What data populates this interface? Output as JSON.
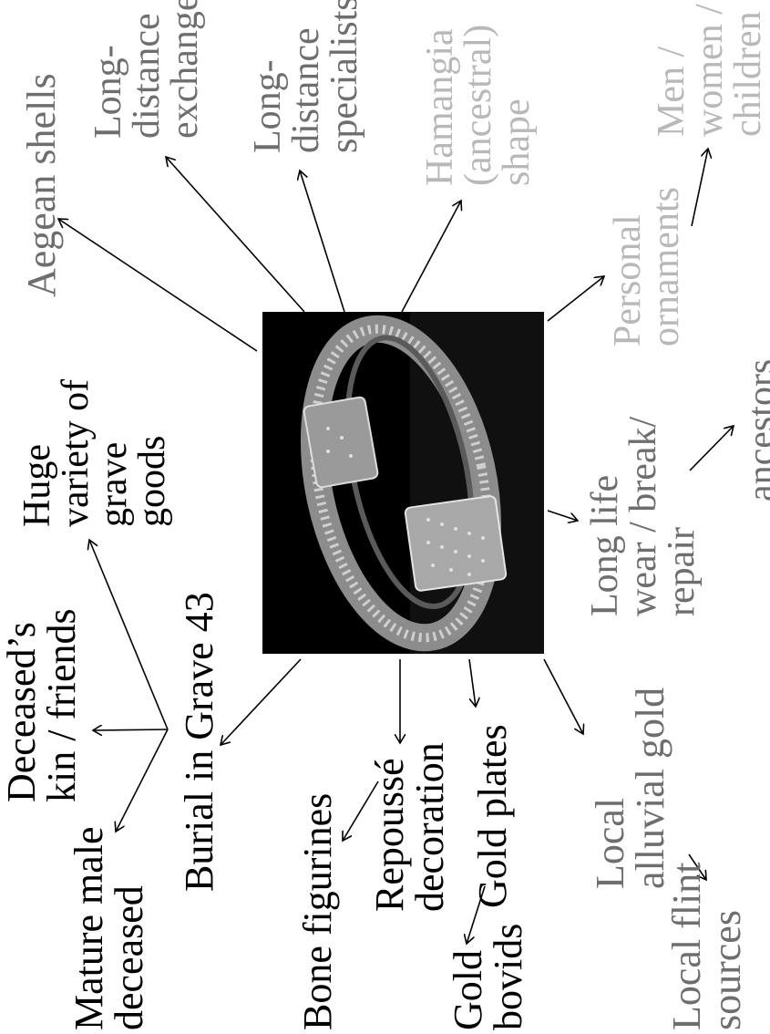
{
  "center_image": {
    "subject": "gold-plated ring artefact from Grave 43",
    "background": "#000000"
  },
  "colors": {
    "black": "#000000",
    "gray": "#6e6e6e",
    "light_gray": "#b8b8b8"
  },
  "labels": {
    "aegean_shells": [
      "Aegean shells"
    ],
    "long_distance_exchange": [
      "Long-",
      "distance",
      "exchange"
    ],
    "long_distance_specialists": [
      "Long-",
      "distance",
      "specialists"
    ],
    "hamangia_shape": [
      "Hamangia",
      "(ancestral)",
      "shape"
    ],
    "men_women_children": [
      "Men /",
      "women /",
      "children"
    ],
    "personal_ornaments": [
      "Personal",
      "ornaments"
    ],
    "ancestors": [
      "ancestors"
    ],
    "long_life": [
      "Long life",
      "wear / break/",
      "repair"
    ],
    "huge_variety": [
      "Huge",
      "variety of",
      "grave",
      "goods"
    ],
    "deceased_kin": [
      "Deceased’s",
      "kin / friends"
    ],
    "burial_grave": [
      "Burial in Grave 43"
    ],
    "mature_male": [
      "Mature male",
      "deceased"
    ],
    "bone_figurines": [
      "Bone figurines"
    ],
    "repousse": [
      "Repoussé",
      "decoration"
    ],
    "gold_plates": [
      "Gold plates"
    ],
    "gold_bovids": [
      "Gold",
      "bovids"
    ],
    "local_alluvial_gold": [
      "Local",
      "alluvial gold"
    ],
    "local_flint": [
      "Local flint",
      "sources"
    ]
  }
}
